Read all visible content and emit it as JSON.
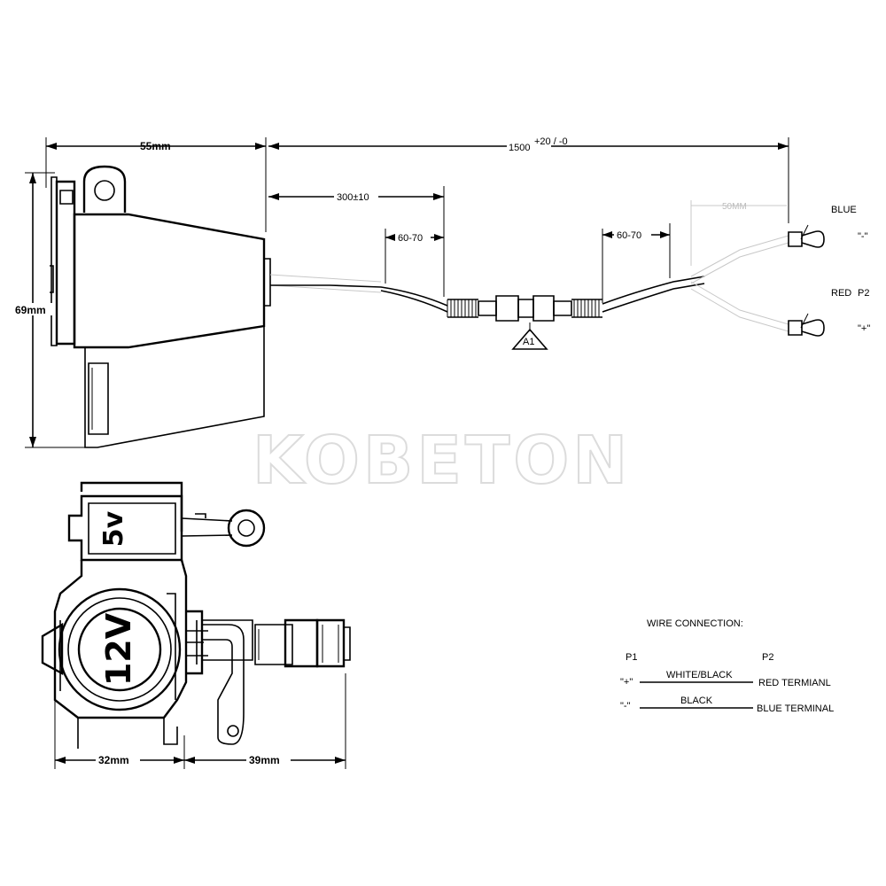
{
  "dimensions": {
    "width_top": "55mm",
    "height_side": "69mm",
    "cable_total": "1500",
    "cable_tol": "+20 / -0",
    "cable_split": "300±10",
    "strip_left": "60-70",
    "strip_right": "60-70",
    "faint_len": "50MM",
    "width_bottom_left": "32mm",
    "width_bottom_right": "39mm"
  },
  "markers": {
    "connector_ref": "A1"
  },
  "terminals": {
    "blue_label": "BLUE",
    "blue_symbol": "\"-\"",
    "red_label": "RED",
    "p2_label": "P2",
    "red_symbol": "\"+\""
  },
  "sockets": {
    "usb_label": "5v",
    "cig_label": "12V"
  },
  "watermark": "KOBETON",
  "wire_table": {
    "title": "WIRE CONNECTION:",
    "col_p1": "P1",
    "col_p2": "P2",
    "rows": [
      {
        "p1": "\"+\"",
        "wire": "WHITE/BLACK",
        "p2": "RED TERMIANL"
      },
      {
        "p1": "\"-\"",
        "wire": "BLACK",
        "p2": "BLUE TERMINAL"
      }
    ]
  }
}
